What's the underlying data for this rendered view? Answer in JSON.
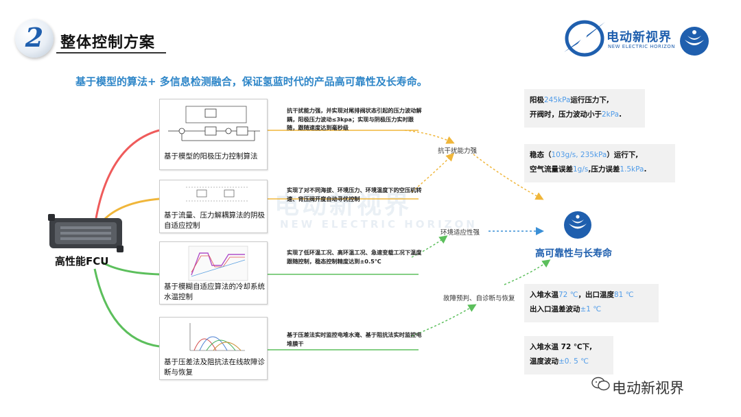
{
  "header": {
    "number": "2",
    "title": "整体控制方案"
  },
  "brand": {
    "name": "电动新视界",
    "name_en": "NEW ELECTRIC HORIZON"
  },
  "subtitle": "基于模型的算法+ 多信息检测融合，保证氢蓝时代的产品高可靠性及长寿命。",
  "fcu": {
    "label": "高性能FCU"
  },
  "branches": [
    {
      "caption": "基于模型的阳极压力控制算法",
      "desc": "抗干扰能力强，并实现对尾排阀状态引起的压力波动解耦，阳极压力波动≤3kpa；实现与阴极压力实时跟随，跟随速度达到毫秒级",
      "color": "#f0b63a"
    },
    {
      "caption": "基于流量、压力解耦算法的阴极自适应控制",
      "desc": "实现了对不同海拔、环境压力、环境温度下的空压机转速、背压阀开度自动寻优控制",
      "color": "#f0b63a"
    },
    {
      "caption": "基于模糊自适应算法的冷却系统水温控制",
      "desc": "实现了低环温工况、高环温工况、急速变载工况下温度跟随控制，稳态控制精度达到±0.5℃",
      "color": "#5cbf5c"
    },
    {
      "caption": "基于压差法及阻抗法在线故障诊断与恢复",
      "desc": "基于压差法实时监控电堆水淹、基于阻抗法实时监控电堆膜干",
      "color": "#5cbf5c"
    }
  ],
  "mid_labels": {
    "anti": "抗干扰能力强",
    "env": "环境适应性强",
    "fault": "故障预判、自诊断与恢复"
  },
  "target": "高可靠性与长寿命",
  "results": {
    "r1": {
      "l1a": "阳极",
      "l1b": "245kPa",
      "l1c": "运行压力下,",
      "l2a": "开阀时，压力波动小于",
      "l2b": "2kPa",
      "l2c": "."
    },
    "r2": {
      "l1a": "稳态（",
      "l1b": "103g/s,   235kPa",
      "l1c": "）运行下,",
      "l2a": "空气流量误差",
      "l2b": "1g/s",
      "l2c": ",压力误差",
      "l2d": "1.5kPa",
      "l2e": "."
    },
    "r3": {
      "l1a": "入堆水温",
      "l1b": "72 ℃",
      "l1c": "，出口温度",
      "l1d": "81 ℃",
      "l2a": "出入口温差波动",
      "l2b": "±1 ℃"
    },
    "r4": {
      "l1a": "入堆水温  72 ℃下,",
      "l2a": "温度波动",
      "l2b": "±0. 5 ℃"
    }
  },
  "watermark": {
    "cn": "电动新视界",
    "en": "NEW ELECTRIC HORIZON"
  },
  "wechat_label": "电动新视界",
  "colors": {
    "accent": "#1f5fae",
    "highlight": "#4f9be8",
    "red": "#ef5b5b",
    "yellow": "#f0b63a",
    "green": "#5cbf5c"
  }
}
